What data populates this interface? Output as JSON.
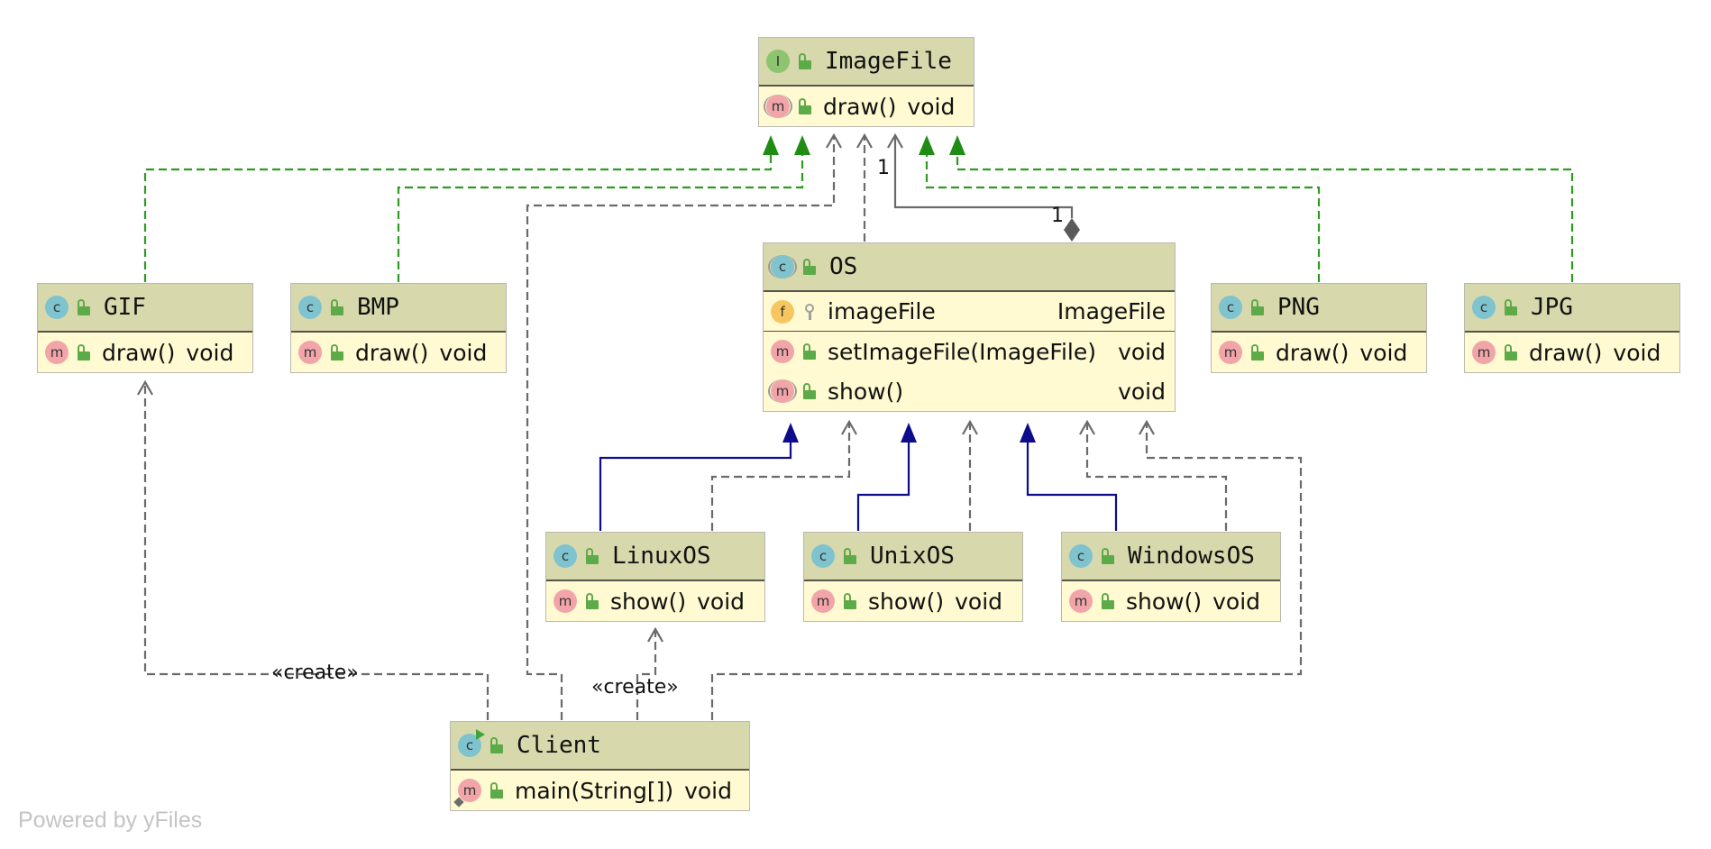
{
  "diagram": {
    "classes": {
      "imagefile": {
        "name": "ImageFile",
        "kind": "interface",
        "kind_letter": "I",
        "members": [
          {
            "kind_letter": "m",
            "name": "draw()",
            "type": "void"
          }
        ]
      },
      "gif": {
        "name": "GIF",
        "kind": "class",
        "kind_letter": "c",
        "members": [
          {
            "kind_letter": "m",
            "name": "draw()",
            "type": "void"
          }
        ]
      },
      "bmp": {
        "name": "BMP",
        "kind": "class",
        "kind_letter": "c",
        "members": [
          {
            "kind_letter": "m",
            "name": "draw()",
            "type": "void"
          }
        ]
      },
      "os": {
        "name": "OS",
        "kind": "abstract class",
        "kind_letter": "c",
        "fields": [
          {
            "kind_letter": "f",
            "name": "imageFile",
            "type": "ImageFile"
          }
        ],
        "members": [
          {
            "kind_letter": "m",
            "name": "setImageFile(ImageFile)",
            "type": "void"
          },
          {
            "kind_letter": "m",
            "name": "show()",
            "type": "void"
          }
        ]
      },
      "png": {
        "name": "PNG",
        "kind": "class",
        "kind_letter": "c",
        "members": [
          {
            "kind_letter": "m",
            "name": "draw()",
            "type": "void"
          }
        ]
      },
      "jpg": {
        "name": "JPG",
        "kind": "class",
        "kind_letter": "c",
        "members": [
          {
            "kind_letter": "m",
            "name": "draw()",
            "type": "void"
          }
        ]
      },
      "linuxos": {
        "name": "LinuxOS",
        "kind": "class",
        "kind_letter": "c",
        "members": [
          {
            "kind_letter": "m",
            "name": "show()",
            "type": "void"
          }
        ]
      },
      "unixos": {
        "name": "UnixOS",
        "kind": "class",
        "kind_letter": "c",
        "members": [
          {
            "kind_letter": "m",
            "name": "show()",
            "type": "void"
          }
        ]
      },
      "windowsos": {
        "name": "WindowsOS",
        "kind": "class",
        "kind_letter": "c",
        "members": [
          {
            "kind_letter": "m",
            "name": "show()",
            "type": "void"
          }
        ]
      },
      "client": {
        "name": "Client",
        "kind": "class",
        "kind_letter": "c",
        "members": [
          {
            "kind_letter": "m",
            "name": "main(String[])",
            "type": "void"
          }
        ]
      }
    },
    "relations": [
      {
        "from": "GIF",
        "to": "ImageFile",
        "type": "realization"
      },
      {
        "from": "BMP",
        "to": "ImageFile",
        "type": "realization"
      },
      {
        "from": "PNG",
        "to": "ImageFile",
        "type": "realization"
      },
      {
        "from": "JPG",
        "to": "ImageFile",
        "type": "realization"
      },
      {
        "from": "OS",
        "to": "ImageFile",
        "type": "dependency"
      },
      {
        "from": "OS",
        "to": "ImageFile",
        "type": "composition",
        "source_multiplicity": "1",
        "target_multiplicity": "1"
      },
      {
        "from": "LinuxOS",
        "to": "OS",
        "type": "generalization"
      },
      {
        "from": "UnixOS",
        "to": "OS",
        "type": "generalization"
      },
      {
        "from": "WindowsOS",
        "to": "OS",
        "type": "generalization"
      },
      {
        "from": "LinuxOS",
        "to": "OS",
        "type": "dependency"
      },
      {
        "from": "UnixOS",
        "to": "OS",
        "type": "dependency"
      },
      {
        "from": "WindowsOS",
        "to": "OS",
        "type": "dependency"
      },
      {
        "from": "Client",
        "to": "ImageFile",
        "type": "dependency"
      },
      {
        "from": "Client",
        "to": "OS",
        "type": "dependency"
      },
      {
        "from": "Client",
        "to": "GIF",
        "type": "dependency",
        "label": "«create»"
      },
      {
        "from": "Client",
        "to": "LinuxOS",
        "type": "dependency",
        "label": "«create»"
      }
    ],
    "labels": {
      "create_gif": "«create»",
      "create_linux": "«create»",
      "mult_top": "1",
      "mult_diamond": "1"
    },
    "colors": {
      "realization": "#2f9a22",
      "generalization": "#0c0c8c",
      "dependency": "#6a6a6a",
      "header_bg": "#d8d8ad",
      "body_bg": "#fffad1"
    }
  },
  "footer": {
    "text": "Powered by yFiles"
  }
}
